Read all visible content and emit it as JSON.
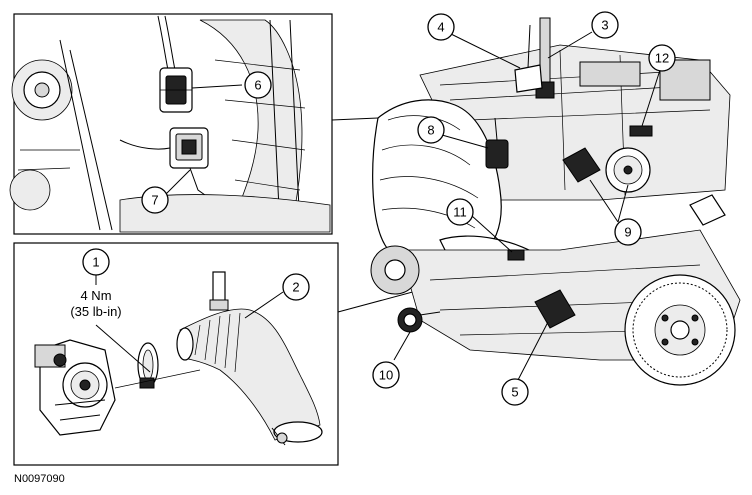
{
  "figure_id": "N0097090",
  "torque": {
    "nm": "4 Nm",
    "lbin": "(35 lb-in)"
  },
  "callouts": [
    "1",
    "2",
    "3",
    "4",
    "5",
    "6",
    "7",
    "8",
    "9",
    "10",
    "11",
    "12"
  ],
  "panels": [
    "inset-top-left-connector-detail",
    "inset-bottom-left-throttle-body-detail",
    "main-engine-view"
  ]
}
